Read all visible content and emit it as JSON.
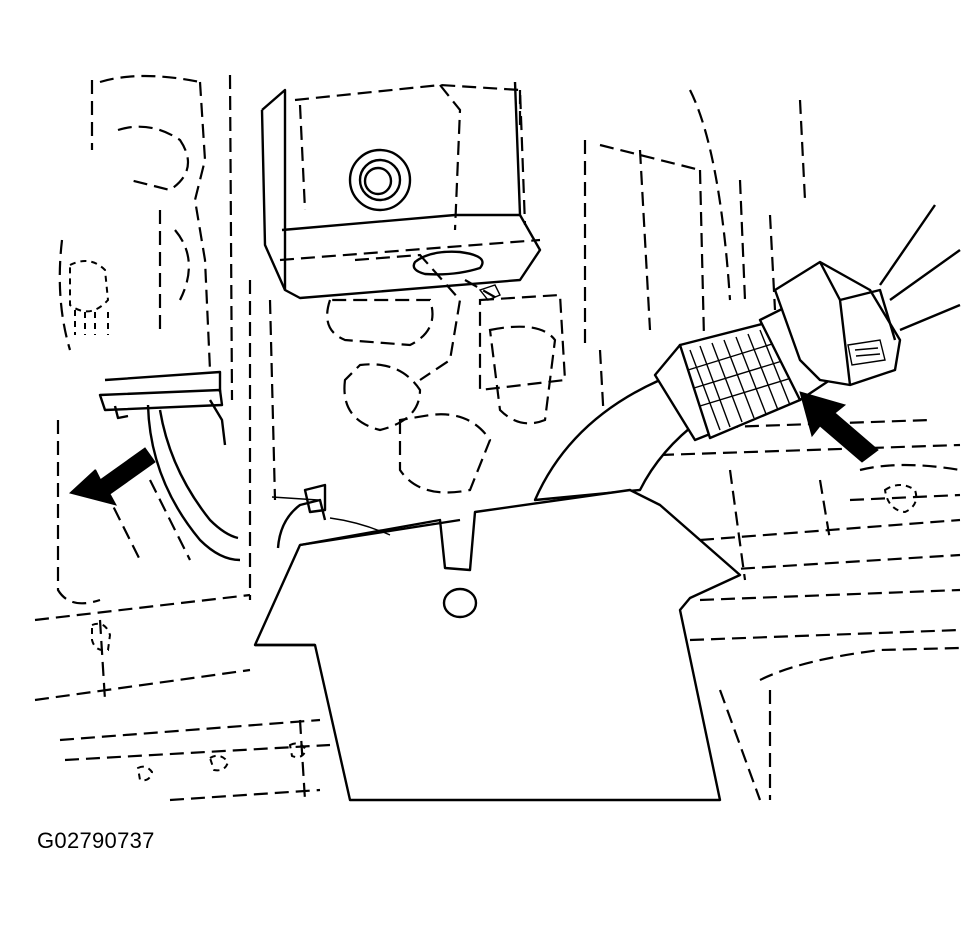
{
  "figure": {
    "code": "G02790737",
    "callouts": [
      "arrow-left-component",
      "arrow-right-connector"
    ]
  },
  "colors": {
    "line": "#000000",
    "background": "#ffffff"
  }
}
